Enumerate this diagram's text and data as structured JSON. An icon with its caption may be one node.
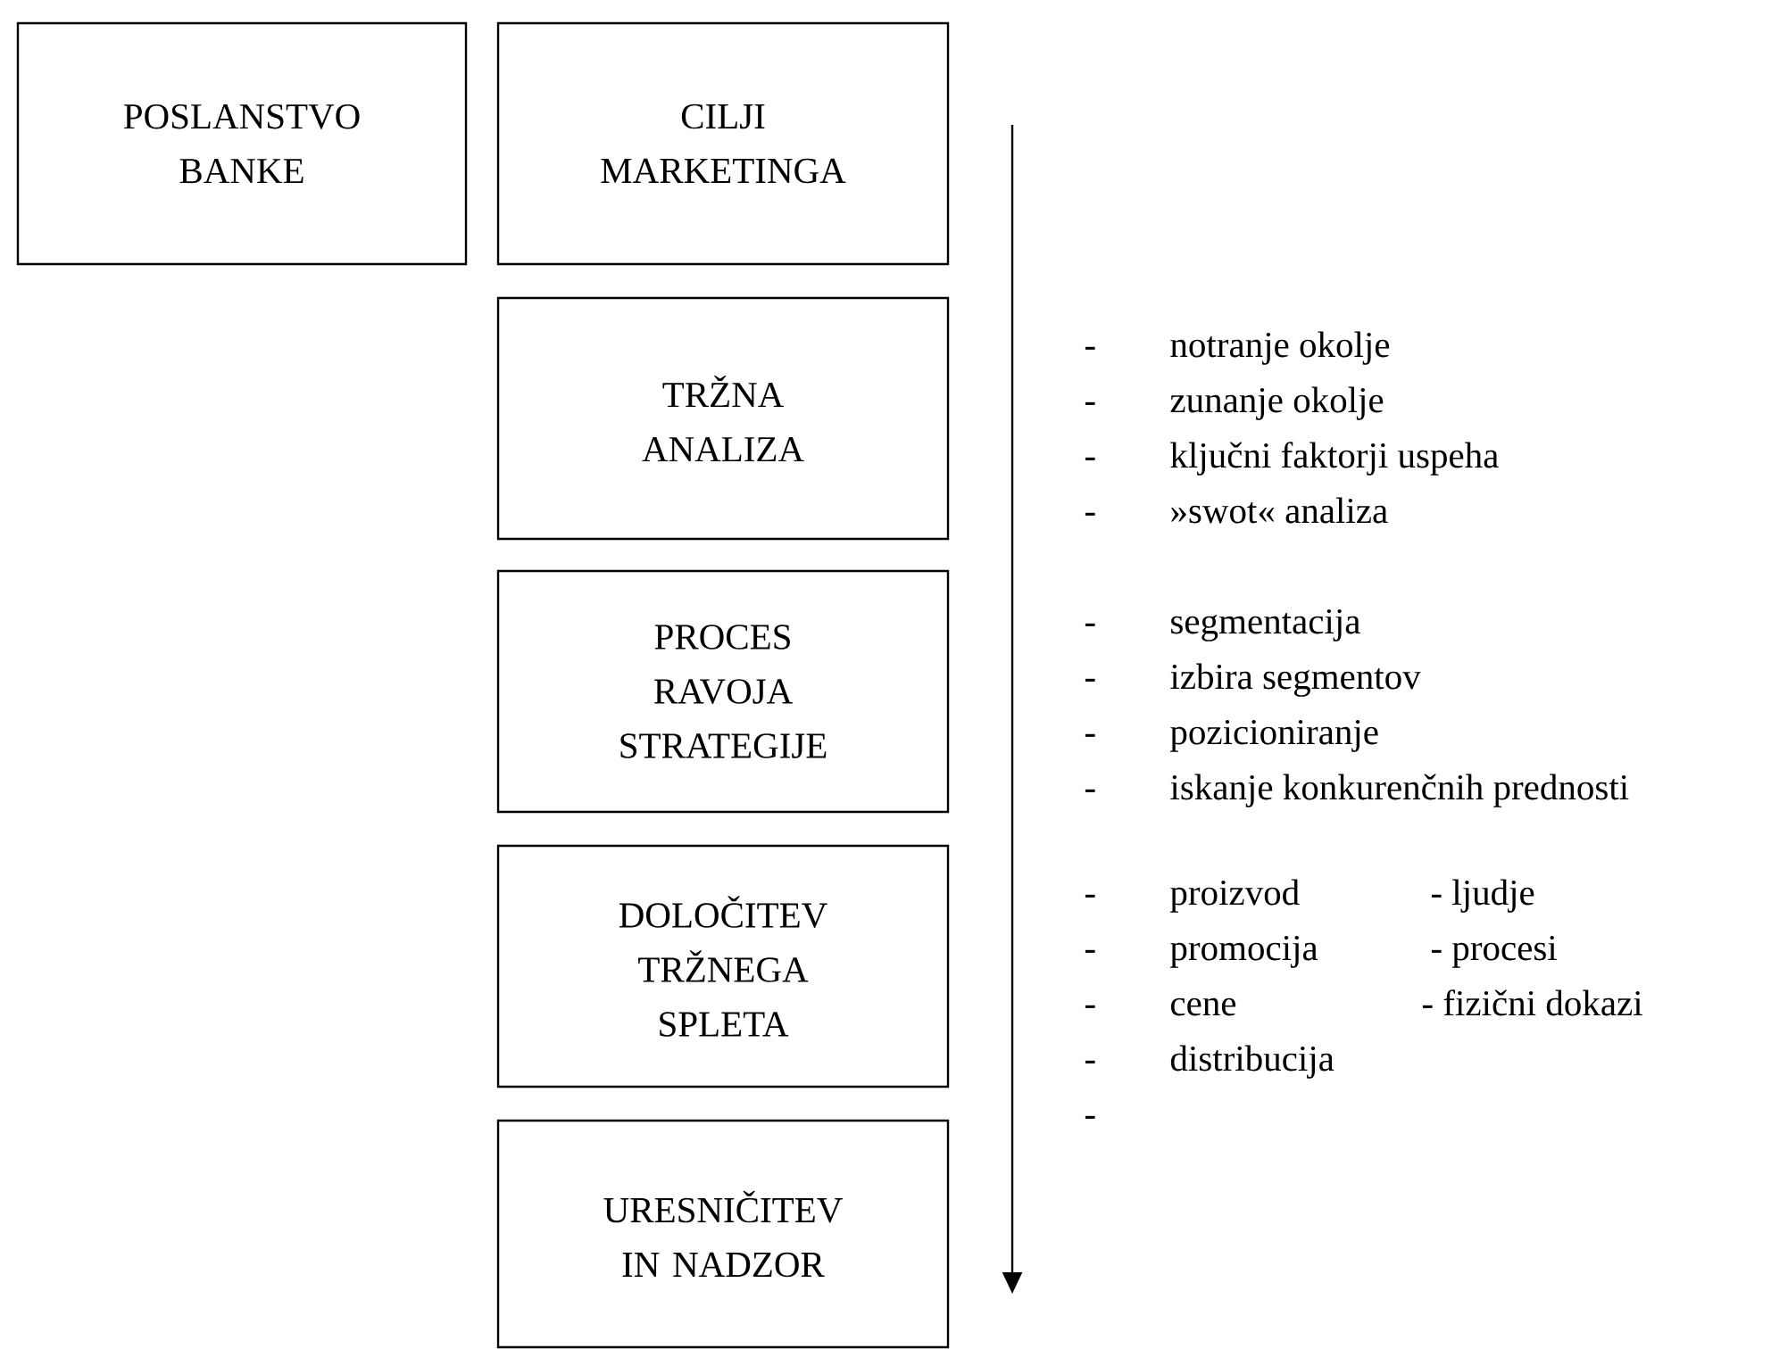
{
  "diagram": {
    "nodes": [
      {
        "text": [
          "POSLANSTVO BANKE"
        ]
      },
      {
        "text": [
          "CILJI MARKETINGA"
        ]
      },
      {
        "text": [
          "TRŽNA ANALIZA"
        ]
      },
      {
        "text": [
          "PROCES RAVOJA STRATEGIJE"
        ]
      },
      {
        "text": [
          "DOLOČITEV TRŽNEGA SPLETA"
        ]
      },
      {
        "text": [
          "URESNIČITEV IN NADZOR"
        ]
      }
    ],
    "labels": [
      "-",
      "notranje okolje",
      "-",
      "zunanje okolje",
      "-",
      "ključni faktorji uspeha",
      "-",
      "»swot« analiza",
      "-",
      "segmentacija",
      "-",
      "izbira segmentov",
      "-",
      "pozicioniranje",
      "-",
      "iskanje konkurenčnih prednosti",
      "-",
      "proizvod",
      "- ljudje",
      "-",
      "promocija",
      "- procesi",
      "-",
      "cene",
      "- fizični dokazi",
      "-",
      "distribucija",
      "-"
    ]
  }
}
